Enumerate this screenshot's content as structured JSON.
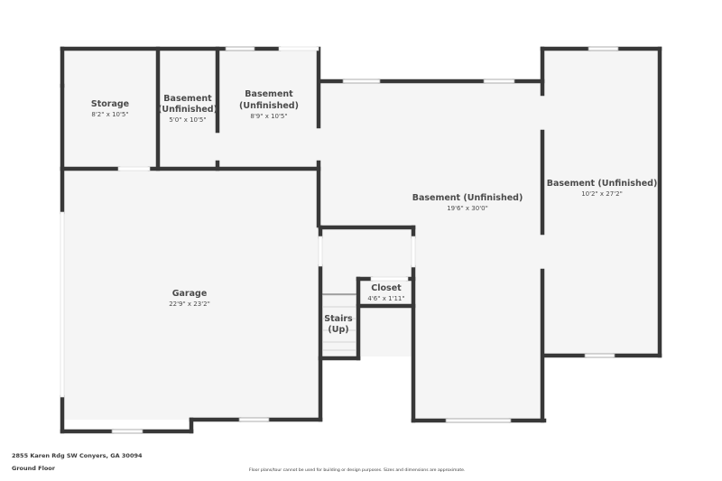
{
  "plan": {
    "colors": {
      "wall": "#383838",
      "floor": "#f5f5f5",
      "window_frame": "#9a9a9a",
      "background": "#ffffff",
      "text": "#4a4a4a"
    },
    "rooms": [
      {
        "name": "Storage",
        "dims": "8'2\" x 10'5\""
      },
      {
        "name_line1": "Basement",
        "name_line2": "(Unfinished)",
        "dims": "5'0\" x 10'5\""
      },
      {
        "name_line1": "Basement",
        "name_line2": "(Unfinished)",
        "dims": "8'9\" x 10'5\""
      },
      {
        "name": "Basement (Unfinished)",
        "dims": "19'6\" x 30'0\""
      },
      {
        "name": "Basement (Unfinished)",
        "dims": "10'2\" x 27'2\""
      },
      {
        "name": "Garage",
        "dims": "22'9\" x 23'2\""
      },
      {
        "name": "Closet",
        "dims": "4'6\" x 1'11\""
      },
      {
        "name_line1": "Stairs",
        "name_line2": "(Up)"
      }
    ]
  },
  "footer": {
    "address": "2855 Karen Rdg SW Conyers, GA 30094",
    "floor_label": "Ground Floor",
    "disclaimer": "Floor plans/tour cannot be used for building or design purposes. Sizes and dimensions are approximate."
  }
}
